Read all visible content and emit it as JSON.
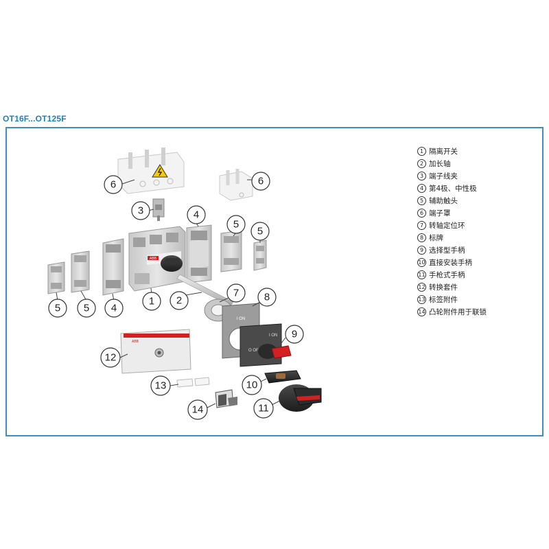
{
  "header": {
    "title": "OT16F...OT125F"
  },
  "legend": [
    {
      "num": "1",
      "text": "隔离开关"
    },
    {
      "num": "2",
      "text": "加长轴"
    },
    {
      "num": "3",
      "text": "端子线夹"
    },
    {
      "num": "4",
      "text": "第4极、中性极"
    },
    {
      "num": "5",
      "text": "辅助触头"
    },
    {
      "num": "6",
      "text": "端子罩"
    },
    {
      "num": "7",
      "text": "转轴定位环"
    },
    {
      "num": "8",
      "text": "标牌"
    },
    {
      "num": "9",
      "text": "选择型手柄"
    },
    {
      "num": "10",
      "text": "直接安装手柄"
    },
    {
      "num": "11",
      "text": "手枪式手柄"
    },
    {
      "num": "12",
      "text": "转换套件"
    },
    {
      "num": "13",
      "text": "标签附件"
    },
    {
      "num": "14",
      "text": "凸轮附件用于联锁"
    }
  ],
  "callouts": [
    "6",
    "6",
    "3",
    "4",
    "5",
    "5",
    "5",
    "5",
    "4",
    "1",
    "2",
    "7",
    "8",
    "9",
    "12",
    "10",
    "13",
    "11",
    "14"
  ],
  "parts": {
    "switch_brand": "ABB",
    "plate_marks": [
      "I ON",
      "O OFF"
    ],
    "kit_brand": "ABB"
  },
  "colors": {
    "frame": "#3a90c0",
    "title": "#1f7fb8",
    "accent_red": "#d42020"
  }
}
